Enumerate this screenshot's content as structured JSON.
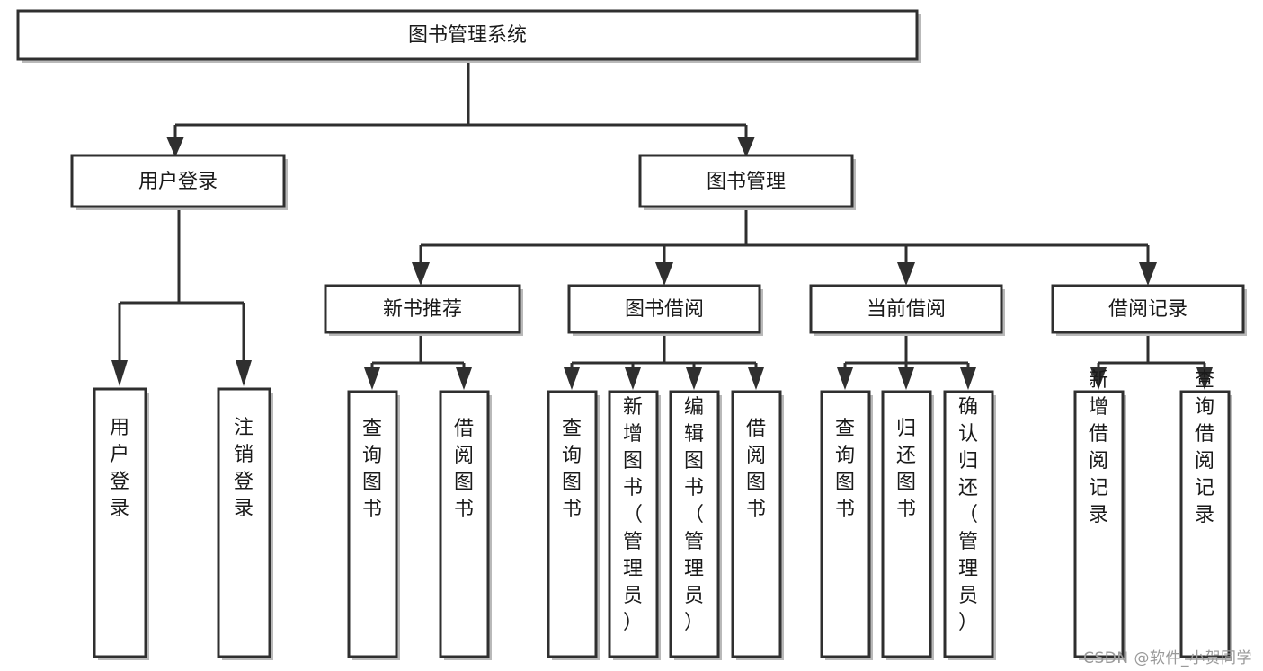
{
  "diagram": {
    "title": "图书管理系统",
    "type": "tree",
    "watermark": "CSDN @软件_小贺同学",
    "colors": {
      "box_stroke": "#2f2f2f",
      "box_fill": "#ffffff",
      "connector": "#2f2f2f",
      "text": "#1a1a1a",
      "background": "#ffffff",
      "watermark_text": "#9a9a9a"
    },
    "levels": {
      "root": "图书管理系统",
      "level1": [
        "用户登录",
        "图书管理"
      ],
      "level2": [
        "新书推荐",
        "图书借阅",
        "当前借阅",
        "借阅记录"
      ]
    },
    "nodes": {
      "root": {
        "label": "图书管理系统"
      },
      "l1": [
        {
          "label": "用户登录"
        },
        {
          "label": "图书管理"
        }
      ],
      "l2": [
        {
          "label": "新书推荐"
        },
        {
          "label": "图书借阅"
        },
        {
          "label": "当前借阅"
        },
        {
          "label": "借阅记录"
        }
      ],
      "leaves": [
        {
          "label": "用户登录",
          "parent": "用户登录"
        },
        {
          "label": "注销登录",
          "parent": "用户登录"
        },
        {
          "label": "查询图书",
          "parent": "新书推荐"
        },
        {
          "label": "借阅图书",
          "parent": "新书推荐"
        },
        {
          "label": "查询图书",
          "parent": "图书借阅"
        },
        {
          "label": "新增图书（管理员）",
          "parent": "图书借阅"
        },
        {
          "label": "编辑图书（管理员）",
          "parent": "图书借阅"
        },
        {
          "label": "借阅图书",
          "parent": "图书借阅"
        },
        {
          "label": "查询图书",
          "parent": "当前借阅"
        },
        {
          "label": "归还图书",
          "parent": "当前借阅"
        },
        {
          "label": "确认归还（管理员）",
          "parent": "当前借阅"
        },
        {
          "label": "新增借阅记录",
          "parent": "借阅记录"
        },
        {
          "label": "查询借阅记录",
          "parent": "借阅记录"
        }
      ]
    }
  }
}
